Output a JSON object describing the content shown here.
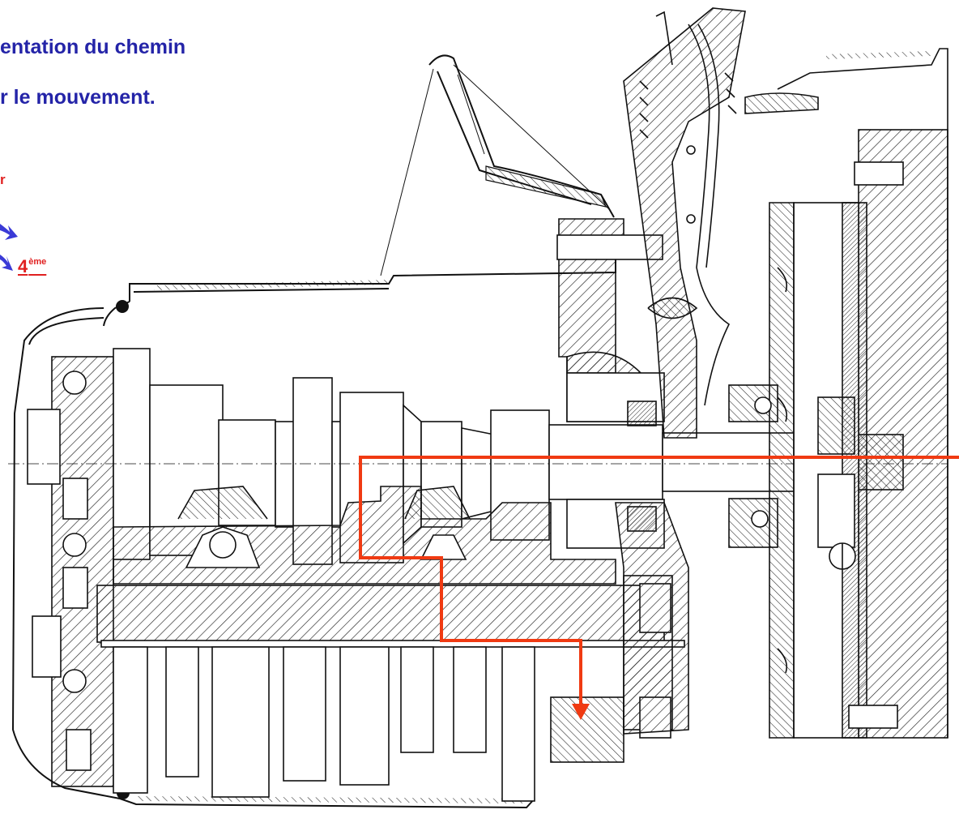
{
  "title": {
    "line1": "entation du chemin",
    "line2": "r le mouvement."
  },
  "legend": {
    "r_label": "r",
    "gear_number": "4",
    "gear_suffix": "ème"
  },
  "colors": {
    "title": "#2424a8",
    "label": "#e02020",
    "arrow_blue": "#3a3ad6",
    "path": "#f03a12",
    "ink": "#111111",
    "hatch": "#222222"
  },
  "icons": {
    "blue_arrows": "curved-arrow-icon",
    "path_end": "arrow-down-icon"
  }
}
